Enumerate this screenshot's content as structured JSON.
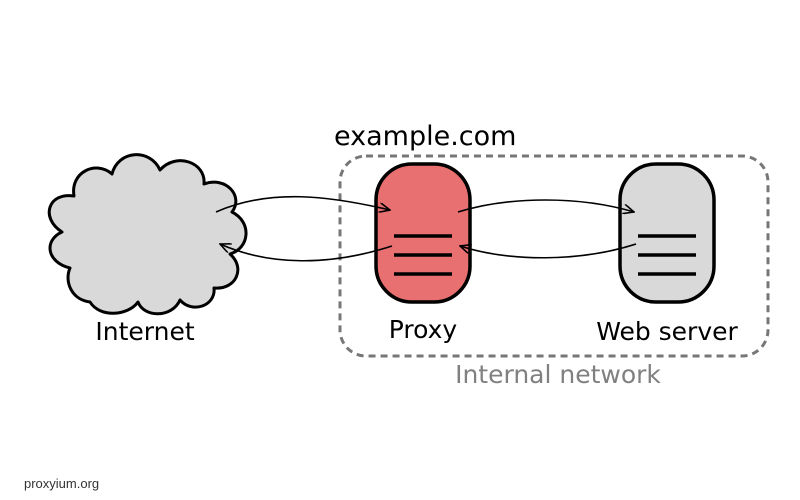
{
  "diagram": {
    "domain_label": "example.com",
    "network_label": "Internal network",
    "nodes": {
      "internet": {
        "label": "Internet",
        "icon": "cloud-icon"
      },
      "proxy": {
        "label": "Proxy",
        "icon": "server-icon"
      },
      "web_server": {
        "label": "Web server",
        "icon": "server-icon"
      }
    },
    "colors": {
      "proxy_fill": "#e97070",
      "server_fill": "#d9d9d9",
      "cloud_fill": "#d9d9d9",
      "outline": "#000000",
      "boundary": "#777777",
      "network_label": "#808080"
    }
  },
  "footer": {
    "text": "proxyium.org"
  }
}
